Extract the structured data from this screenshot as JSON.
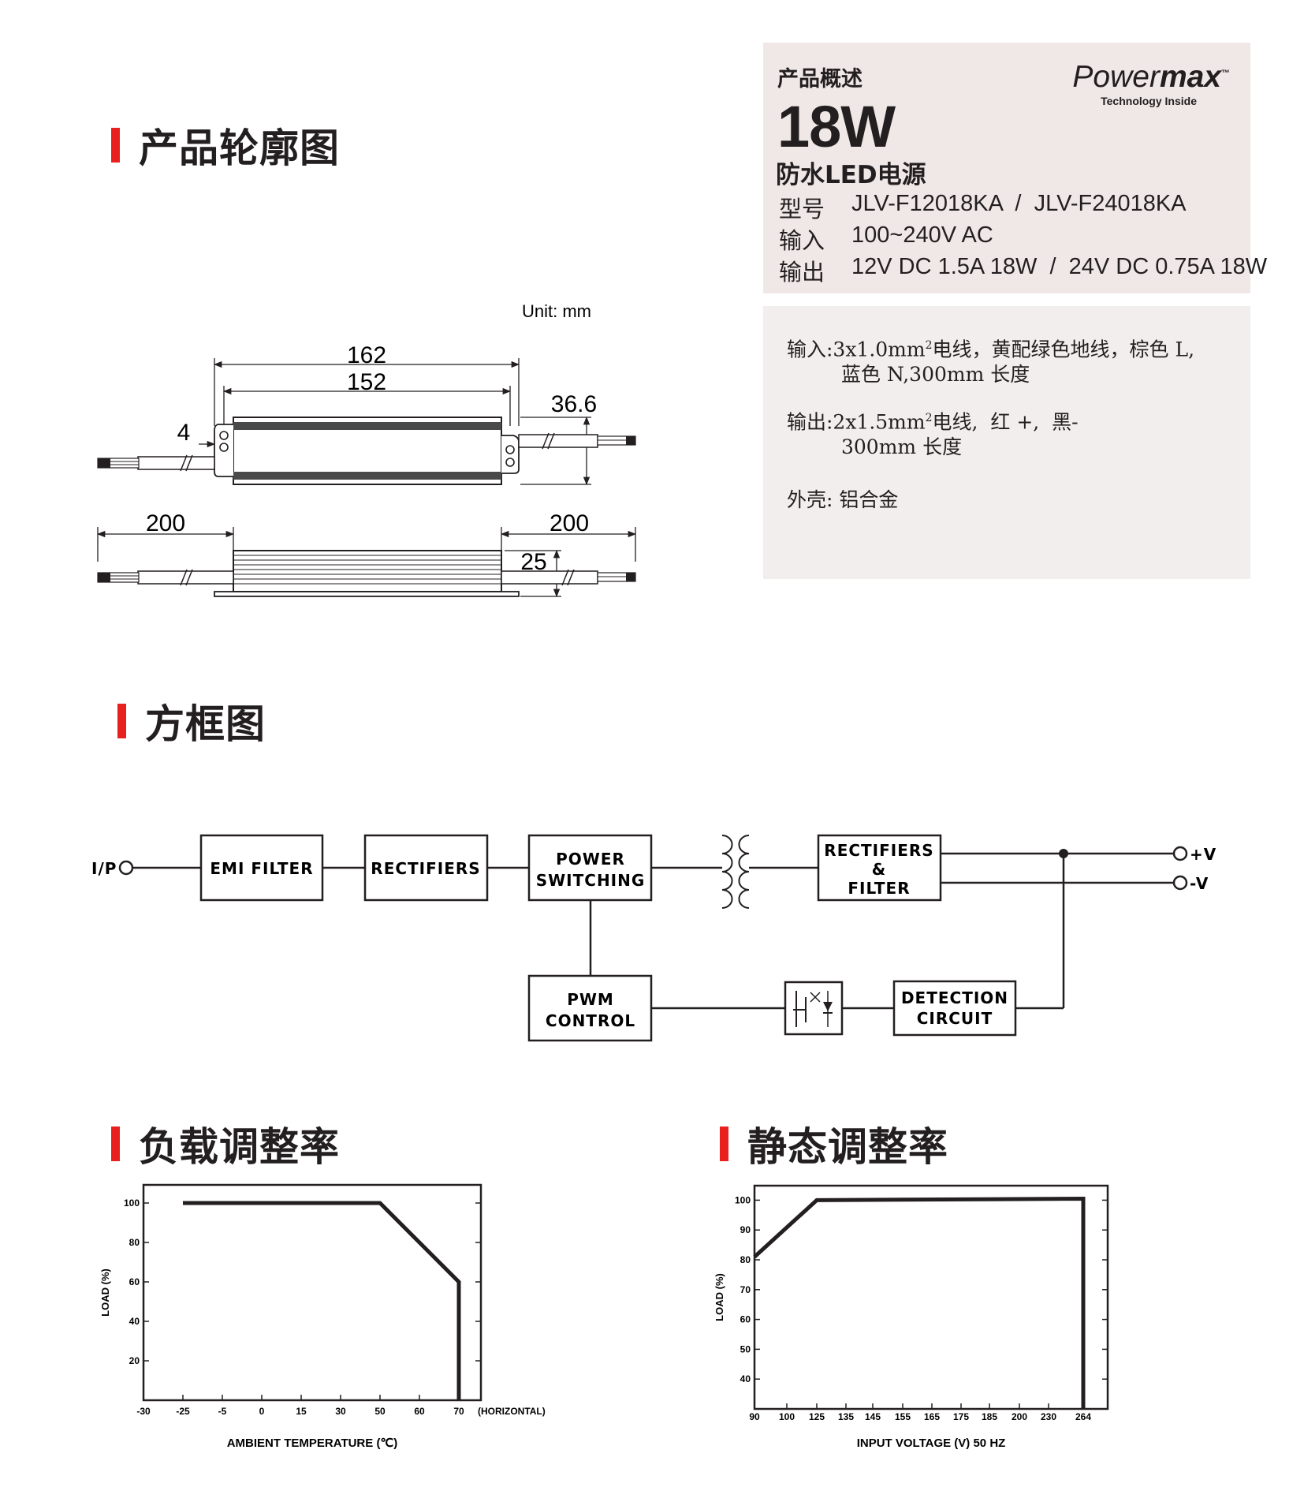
{
  "sections": {
    "outline": "产品轮廓图",
    "block_diagram": "方框图",
    "derating": "负载调整率",
    "static": "静态调整率"
  },
  "overview": {
    "label": "产品概述",
    "wattage": "18W",
    "product": "防水LED电源",
    "model_key": "型号",
    "model_val": "JLV-F12018KA  /  JLV-F24018KA",
    "input_key": "输入",
    "input_val": "100~240V AC",
    "output_key": "输出",
    "output_val": "12V DC 1.5A 18W  /  24V DC 0.75A 18W"
  },
  "logo": {
    "main_light": "Power",
    "main_bold": "max",
    "tm": "™",
    "sub": "Technology Inside"
  },
  "details": {
    "input_line1_pre": "输入:3x1.0mm",
    "input_sup": "2",
    "input_line1_post": "电线，黄配绿色地线，棕色 L,",
    "input_line2": "蓝色 N,300mm 长度",
    "output_line1_pre": "输出:2x1.5mm",
    "output_sup": "2",
    "output_line1_post": "电线,  红 +,  黑-",
    "output_line2": "300mm 长度",
    "shell": "外壳: 铝合金"
  },
  "dimensions": {
    "unit": "Unit: mm",
    "overall": "162",
    "body": "152",
    "width": "36.6",
    "hole": "4",
    "lead_left": "200",
    "lead_right": "200",
    "height": "25"
  },
  "block": {
    "ip": "I/P",
    "emi": "EMI FILTER",
    "rect": "RECTIFIERS",
    "ps_line1": "POWER",
    "ps_line2": "SWITCHING",
    "rf_line1": "RECTIFIERS",
    "rf_line2": "&",
    "rf_line3": "FILTER",
    "pos": "+V",
    "neg": "-V",
    "pwm_line1": "PWM",
    "pwm_line2": "CONTROL",
    "det_line1": "DETECTION",
    "det_line2": "CIRCUIT"
  },
  "chart_data": [
    {
      "type": "line",
      "title": "负载调整率",
      "xlabel": "AMBIENT TEMPERATURE (℃)",
      "ylabel": "LOAD (%)",
      "x_ticks": [
        "-30",
        "-25",
        "-5",
        "0",
        "15",
        "30",
        "50",
        "60",
        "70"
      ],
      "x_note": "(HORIZONTAL)",
      "y_ticks": [
        "20",
        "40",
        "60",
        "80",
        "100"
      ],
      "ylim": [
        0,
        110
      ],
      "series": [
        {
          "x": [
            -25,
            50,
            70,
            70
          ],
          "y": [
            100,
            100,
            60,
            0
          ]
        }
      ]
    },
    {
      "type": "line",
      "title": "静态调整率",
      "xlabel": "INPUT VOLTAGE (V) 50 HZ",
      "ylabel": "LOAD (%)",
      "x_ticks": [
        "90",
        "100",
        "125",
        "135",
        "145",
        "155",
        "165",
        "175",
        "185",
        "200",
        "230",
        "264"
      ],
      "y_ticks": [
        "40",
        "50",
        "60",
        "70",
        "80",
        "90",
        "100"
      ],
      "ylim": [
        30,
        105
      ],
      "series": [
        {
          "x": [
            90,
            125,
            264,
            264
          ],
          "y": [
            81,
            100,
            100.5,
            30
          ]
        }
      ]
    }
  ]
}
